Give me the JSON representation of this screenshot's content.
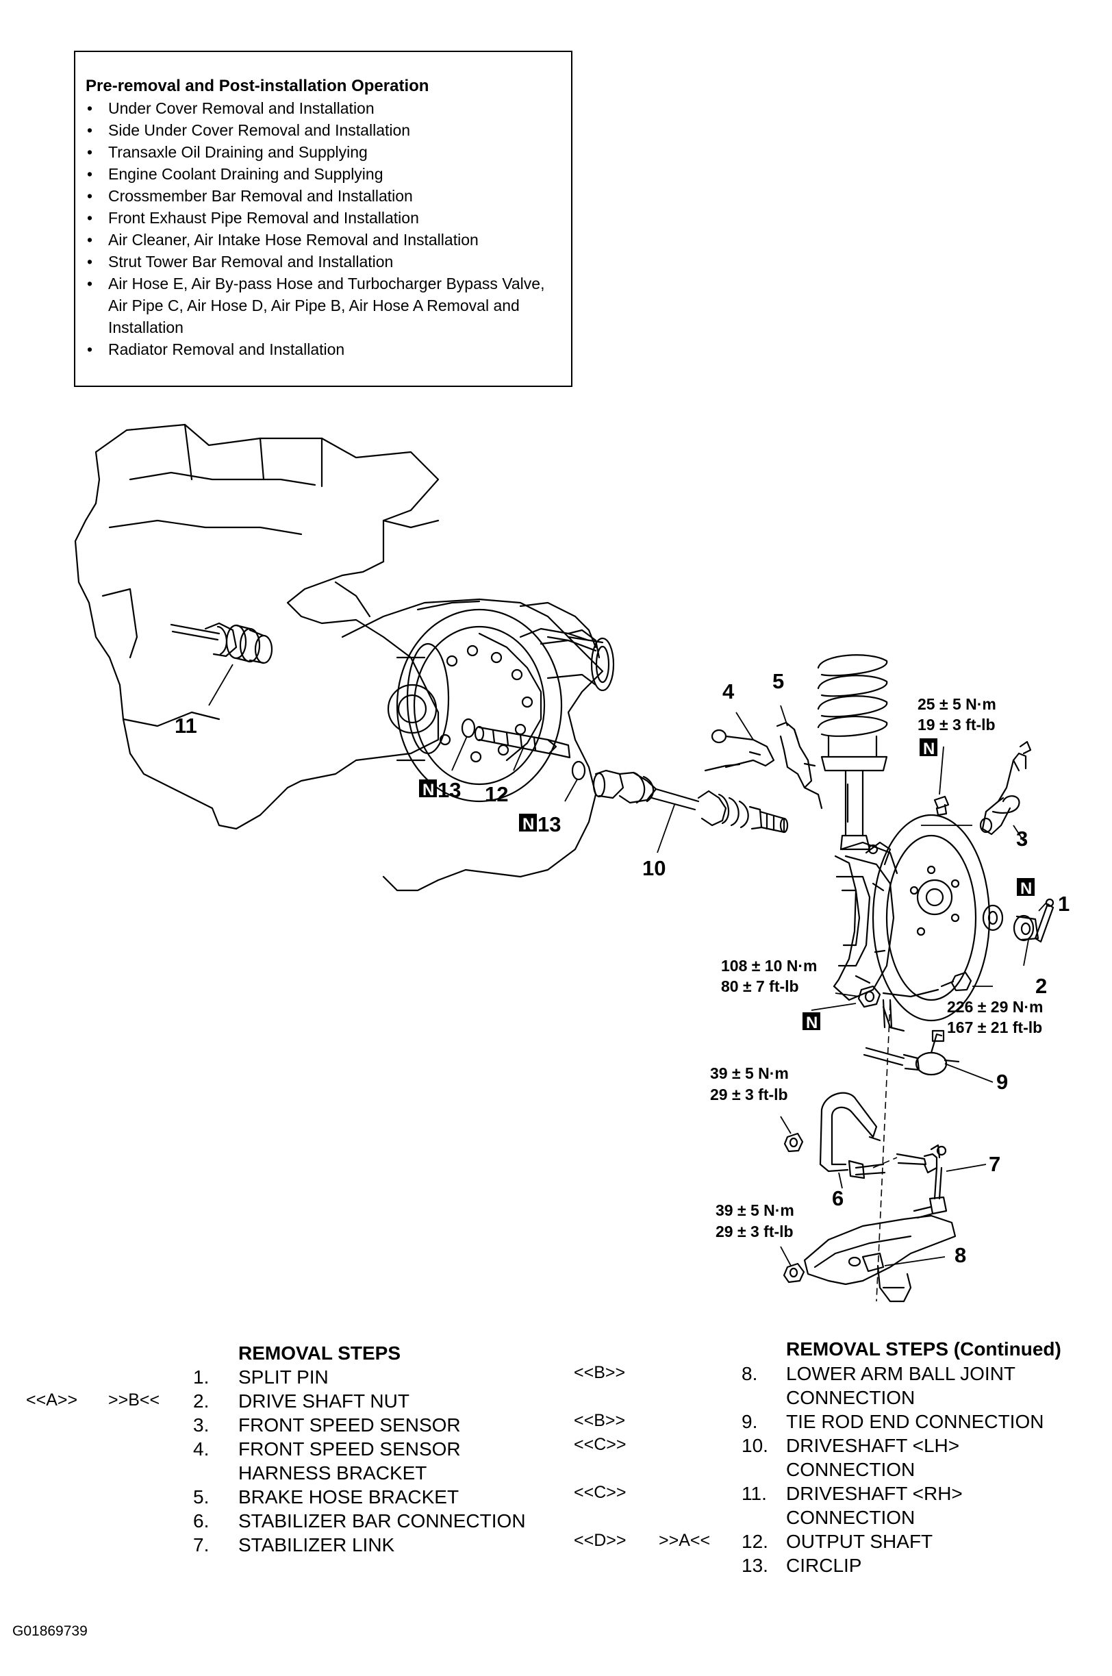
{
  "pre_removal": {
    "title": "Pre-removal and Post-installation Operation",
    "items": [
      "Under Cover Removal and Installation",
      "Side Under Cover Removal and Installation",
      "Transaxle Oil Draining and Supplying",
      "Engine Coolant Draining and Supplying",
      "Crossmember Bar Removal and Installation",
      "Front Exhaust Pipe Removal and Installation",
      "Air Cleaner, Air Intake Hose Removal and Installation",
      "Strut Tower Bar Removal and Installation",
      "Air Hose E, Air By-pass Hose and Turbocharger Bypass Valve, Air Pipe C, Air Hose D, Air Pipe B, Air Hose A Removal and Installation",
      "Radiator Removal and Installation"
    ]
  },
  "callouts": {
    "c1": "1",
    "c2": "2",
    "c3": "3",
    "c4": "4",
    "c5": "5",
    "c6": "6",
    "c7": "7",
    "c8": "8",
    "c9": "9",
    "c10": "10",
    "c11": "11",
    "c12": "12",
    "c13a": "13",
    "c13b": "13",
    "n_mark": "N"
  },
  "torques": {
    "t_sensor_nm": "25 ± 5 N·m",
    "t_sensor_ft": "19 ± 3 ft-lb",
    "t_balljoint_nm": "108 ± 10 N·m",
    "t_balljoint_ft": "80 ± 7 ft-lb",
    "t_hubnut_nm": "226 ± 29 N·m",
    "t_hubnut_ft": "167 ± 21 ft-lb",
    "t_stab_nm": "39 ± 5 N·m",
    "t_stab_ft": "29 ± 3 ft-lb",
    "t_lower_nm": "39 ± 5 N·m",
    "t_lower_ft": "29 ± 3 ft-lb"
  },
  "removal_steps": {
    "header": "REMOVAL STEPS",
    "header_continued": "REMOVAL STEPS (Continued)",
    "left": [
      {
        "num": "1.",
        "text": "SPLIT PIN",
        "code1": "",
        "code2": ""
      },
      {
        "num": "2.",
        "text": "DRIVE SHAFT NUT",
        "code1": "<<A>>",
        "code2": ">>B<<"
      },
      {
        "num": "3.",
        "text": "FRONT SPEED SENSOR",
        "code1": "",
        "code2": ""
      },
      {
        "num": "4.",
        "text": "FRONT SPEED SENSOR",
        "text2": "HARNESS BRACKET",
        "code1": "",
        "code2": ""
      },
      {
        "num": "5.",
        "text": "BRAKE HOSE BRACKET",
        "code1": "",
        "code2": ""
      },
      {
        "num": "6.",
        "text": "STABILIZER BAR CONNECTION",
        "code1": "",
        "code2": ""
      },
      {
        "num": "7.",
        "text": "STABILIZER LINK",
        "code1": "",
        "code2": ""
      }
    ],
    "right": [
      {
        "num": "8.",
        "text": "LOWER ARM BALL JOINT",
        "text2": "CONNECTION",
        "code1": "<<B>>",
        "code2": ""
      },
      {
        "num": "9.",
        "text": "TIE ROD END CONNECTION",
        "code1": "<<B>>",
        "code2": ""
      },
      {
        "num": "10.",
        "text": "DRIVESHAFT <LH>",
        "text2": "CONNECTION",
        "code1": "<<C>>",
        "code2": ""
      },
      {
        "num": "11.",
        "text": "DRIVESHAFT <RH>",
        "text2": "CONNECTION",
        "code1": "<<C>>",
        "code2": ""
      },
      {
        "num": "12.",
        "text": "OUTPUT SHAFT",
        "code1": "<<D>>",
        "code2": ">>A<<"
      },
      {
        "num": "13.",
        "text": "CIRCLIP",
        "code1": "",
        "code2": ""
      }
    ]
  },
  "figure_id": "G01869739"
}
